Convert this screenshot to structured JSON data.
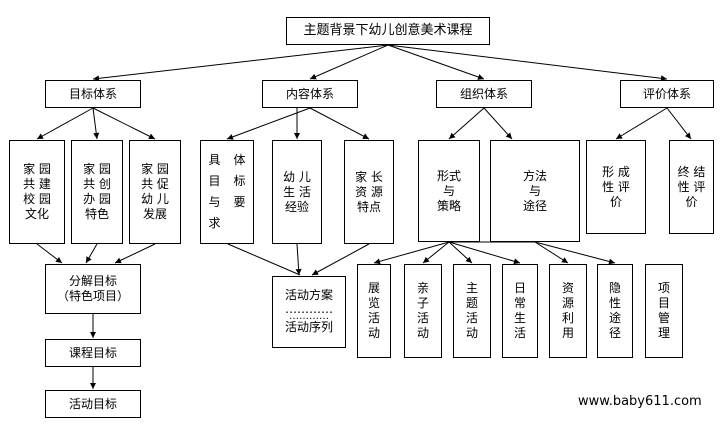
{
  "root": "主题背景下幼儿创意美术课程",
  "systems": [
    {
      "label": "目标体系",
      "children": [
        {
          "lines": [
            "家 园",
            "共 建",
            "校 园",
            "文化"
          ]
        },
        {
          "lines": [
            "家 园",
            "共 创",
            "办 园",
            "特色"
          ]
        },
        {
          "lines": [
            "家 园",
            "共 促",
            "幼 儿",
            "发展"
          ]
        }
      ],
      "chain": [
        "分解目标",
        "（特色项目）",
        "课程目标",
        "活动目标"
      ]
    },
    {
      "label": "内容体系",
      "children": [
        {
          "grid": [
            "具",
            "体",
            "目",
            "标",
            "与",
            "要",
            "求"
          ]
        },
        {
          "lines": [
            "幼 儿",
            "生 活",
            "经验"
          ]
        },
        {
          "lines": [
            "家 长",
            "资 源",
            "特点"
          ]
        }
      ],
      "plan": {
        "top": "活动方案",
        "dots": "…………",
        "bottom": "活动序列"
      }
    },
    {
      "label": "组织体系",
      "children": [
        {
          "lines": [
            "形式",
            "与",
            "策略"
          ]
        },
        {
          "lines": [
            "方法",
            "与",
            "途径"
          ]
        }
      ],
      "activities": [
        [
          "展",
          "览",
          "活",
          "动"
        ],
        [
          "亲",
          "子",
          "活",
          "动"
        ],
        [
          "主",
          "题",
          "活",
          "动"
        ],
        [
          "日",
          "常",
          "生",
          "活"
        ],
        [
          "资",
          "源",
          "利",
          "用"
        ],
        [
          "隐",
          "性",
          "途",
          "径"
        ],
        [
          "项",
          "目",
          "管",
          "理"
        ]
      ]
    },
    {
      "label": "评价体系",
      "children": [
        {
          "lines": [
            "形 成",
            "性 评",
            "价"
          ]
        },
        {
          "lines": [
            "终 结",
            "性 评",
            "价"
          ]
        }
      ]
    }
  ],
  "watermark": "www.baby611.com"
}
